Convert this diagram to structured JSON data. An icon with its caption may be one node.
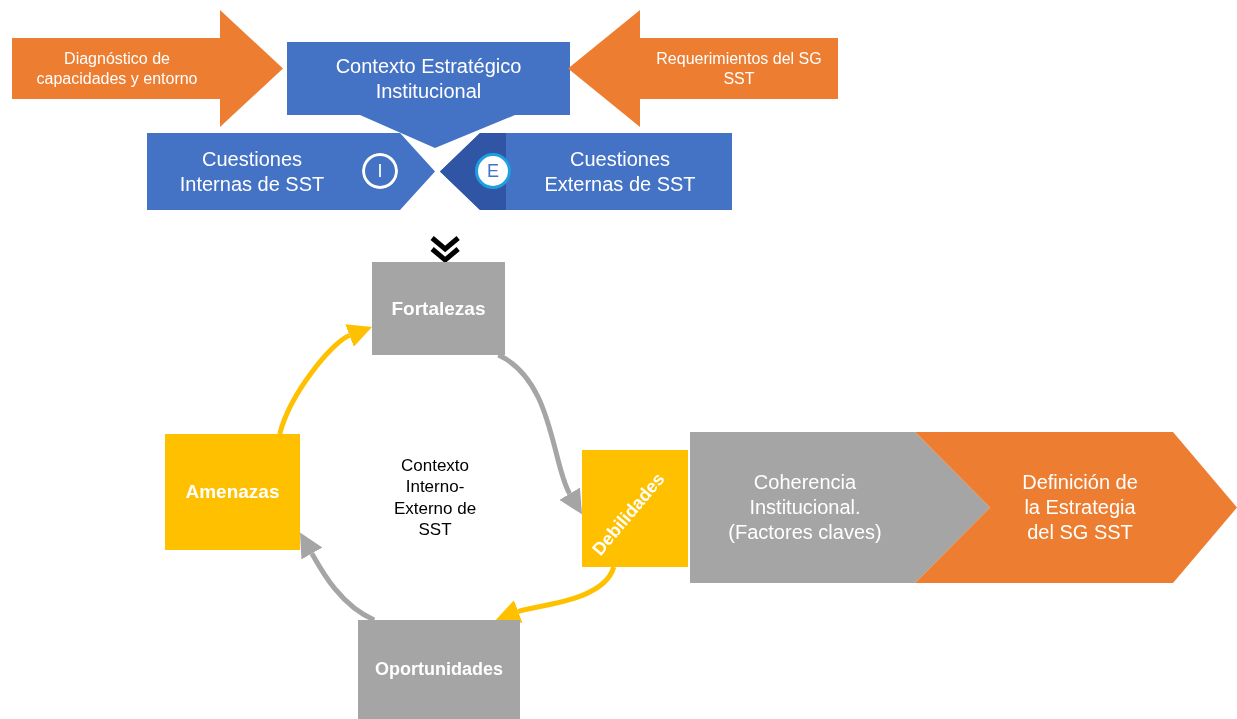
{
  "diagram": {
    "nodes": [
      {
        "text": [
          "Diagnóstico de capacidades y entorno"
        ]
      },
      {
        "text": [
          "Contexto Estratégico Institucional"
        ]
      },
      {
        "text": [
          "Requerimientos del SG SST"
        ]
      },
      {
        "text": [
          "Cuestiones Internas de SST"
        ]
      },
      {
        "text": [
          "I"
        ],
        "in": 3
      },
      {
        "text": [
          "Cuestiones Externas de SST"
        ]
      },
      {
        "text": [
          "E"
        ],
        "in": 5
      },
      {
        "text": [
          "Fortalezas"
        ]
      },
      {
        "text": [
          "Amenazas"
        ]
      },
      {
        "text": [
          "Debilidades"
        ]
      },
      {
        "text": [
          "Coherencia Institucional. (Factores claves)"
        ]
      },
      {
        "text": [
          "Definición de la Estrategia del SG SST"
        ]
      },
      {
        "text": [
          "Oportunidades"
        ]
      }
    ],
    "edges": [
      {
        "from": null,
        "to": 7,
        "arrow": "to",
        "color": "#000000"
      },
      {
        "from": 7,
        "to": 9,
        "arrow": "to",
        "color": "#a5a5a5"
      },
      {
        "from": 9,
        "to": 12,
        "arrow": "to",
        "color": "#ffc000"
      },
      {
        "from": 12,
        "to": 8,
        "arrow": "to",
        "color": "#a5a5a5"
      },
      {
        "from": 8,
        "to": 7,
        "arrow": "to",
        "color": "#ffc000"
      }
    ],
    "labels": [
      "Contexto Interno-Externo de SST"
    ]
  }
}
